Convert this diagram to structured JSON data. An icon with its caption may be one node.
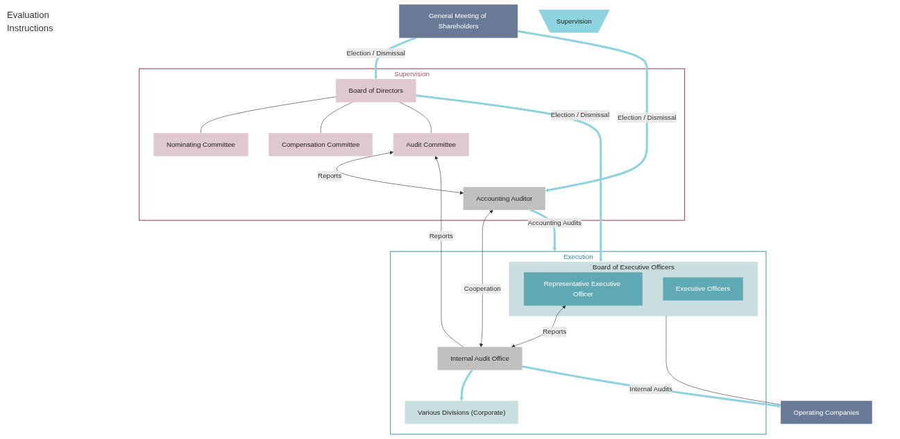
{
  "diagram": {
    "nodes": [
      {
        "text": [
          "General Meeting of Shareholders"
        ]
      },
      {
        "text": [
          "Supervision"
        ]
      },
      {
        "text": [
          "Board of Directors"
        ],
        "in": 1
      },
      {
        "text": [
          "Nominating Committee"
        ],
        "in": 1
      },
      {
        "text": [
          "Compensation Committee"
        ],
        "in": 1
      },
      {
        "text": [
          "Audit Committee"
        ],
        "in": 1
      },
      {
        "text": [
          "Accounting Auditor"
        ],
        "in": 1
      },
      {
        "text": [
          "Supervision"
        ]
      },
      {
        "text": [
          "Execution"
        ]
      },
      {
        "text": [
          "Board of Executive Officers"
        ],
        "in": 8
      },
      {
        "text": [
          "Representative Executive Officer"
        ],
        "in": 9
      },
      {
        "text": [
          "Executive Officers"
        ],
        "in": 9
      },
      {
        "text": [
          "Internal Audit Office"
        ],
        "in": 8
      },
      {
        "text": [
          "Various Divisions (Corporate)"
        ],
        "in": 8
      },
      {
        "text": [
          "Operating Companies"
        ]
      }
    ],
    "edges": [
      {
        "from": 0,
        "to": 2,
        "arrow": "to",
        "label": "Election / Dismissal",
        "style": "thick",
        "color": "#8dd3e0"
      },
      {
        "from": 0,
        "to": 6,
        "arrow": "to",
        "label": "Election / Dismissal",
        "style": "thick",
        "color": "#8dd3e0"
      },
      {
        "from": 2,
        "to": 3,
        "arrow": "none"
      },
      {
        "from": 2,
        "to": 4,
        "arrow": "none"
      },
      {
        "from": 2,
        "to": 5,
        "arrow": "none"
      },
      {
        "from": 5,
        "to": 6,
        "arrow": "both",
        "label": "Reports"
      },
      {
        "from": 2,
        "to": 9,
        "arrow": "to",
        "label": "Election / Dismissal",
        "style": "thick",
        "color": "#8dd3e0"
      },
      {
        "from": 6,
        "to": 8,
        "arrow": "to",
        "label": "Accounting Audits",
        "style": "thick",
        "color": "#8dd3e0"
      },
      {
        "from": 6,
        "to": 12,
        "arrow": "both",
        "label": "Cooperation"
      },
      {
        "from": 12,
        "to": 5,
        "arrow": "to",
        "label": "Reports"
      },
      {
        "from": 10,
        "to": 12,
        "arrow": "both",
        "label": "Reports"
      },
      {
        "from": 12,
        "to": 13,
        "arrow": "to",
        "style": "thick",
        "color": "#8dd3e0"
      },
      {
        "from": 12,
        "to": 14,
        "arrow": "to",
        "label": "Internal Audits",
        "style": "thick",
        "color": "#8dd3e0"
      },
      {
        "from": 9,
        "to": 14,
        "arrow": "none"
      }
    ],
    "labels": [
      "Evaluation",
      "Instructions"
    ]
  }
}
